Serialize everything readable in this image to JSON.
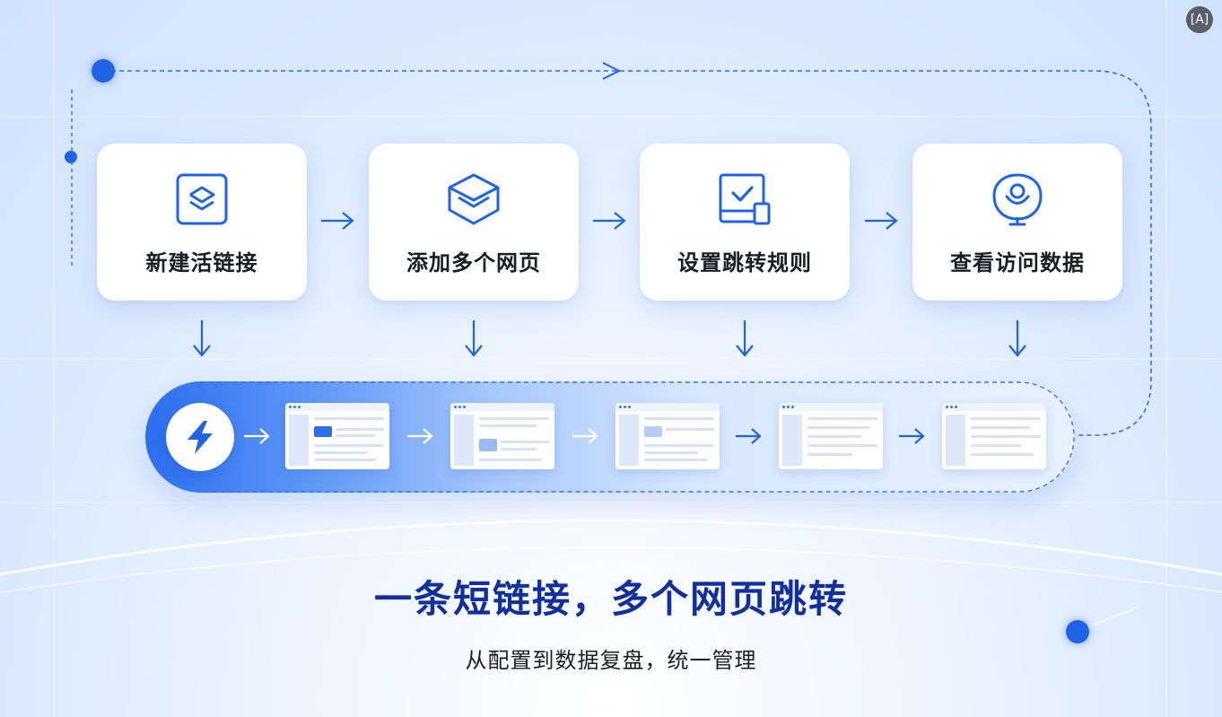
{
  "steps": [
    {
      "label": "新建活链接",
      "icon": "layers-icon"
    },
    {
      "label": "添加多个网页",
      "icon": "envelope-box-icon"
    },
    {
      "label": "设置跳转规则",
      "icon": "checkbox-device-icon"
    },
    {
      "label": "查看访问数据",
      "icon": "microphone-icon"
    }
  ],
  "flow": {
    "start_icon": "lightning-bolt-icon",
    "page_count": 5
  },
  "title": "一条短链接，多个网页跳转",
  "subtitle": "从配置到数据复盘，统一管理",
  "corner_button": {
    "label": "[A]",
    "icon": "text-recognition-icon"
  },
  "colors": {
    "accent": "#1f63e6",
    "title": "#112f9e",
    "text": "#1a1d24"
  }
}
